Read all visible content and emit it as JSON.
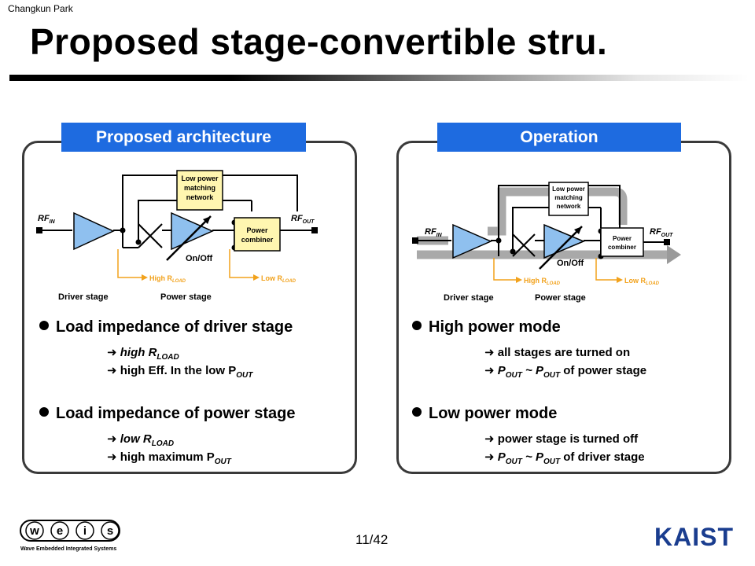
{
  "header": {
    "author": "Changkun Park",
    "title": "Proposed stage-convertible stru."
  },
  "left_panel": {
    "tab": "Proposed architecture",
    "diagram": {
      "rf_in": "RF",
      "rf_in_sub": "IN",
      "rf_out": "RF",
      "rf_out_sub": "OUT",
      "matching_l1": "Low power",
      "matching_l2": "matching",
      "matching_l3": "network",
      "combiner_l1": "Power",
      "combiner_l2": "combiner",
      "onoff": "On/Off",
      "high_r": "High R",
      "high_r_sub": "LOAD",
      "low_r": "Low R",
      "low_r_sub": "LOAD",
      "driver_stage": "Driver stage",
      "power_stage": "Power stage"
    },
    "bullets": [
      {
        "head": "Load impedance of driver stage",
        "sub1_pre": "high R",
        "sub1_sub": "LOAD",
        "sub2_pre": "high Eff. In the low P",
        "sub2_sub": "OUT"
      },
      {
        "head": "Load impedance of power stage",
        "sub1_pre": "low R",
        "sub1_sub": "LOAD",
        "sub2_pre": "high maximum P",
        "sub2_sub": "OUT"
      }
    ]
  },
  "right_panel": {
    "tab": "Operation",
    "bullets": [
      {
        "head": "High power mode",
        "sub1": "all stages are turned on",
        "sub2_a": "P",
        "sub2_a_sub": "OUT",
        "sub2_mid": " ~ P",
        "sub2_b_sub": "OUT",
        "sub2_end": " of power stage"
      },
      {
        "head": "Low power mode",
        "sub1": "power stage is turned off",
        "sub2_a": "P",
        "sub2_a_sub": "OUT",
        "sub2_mid": " ~ P",
        "sub2_b_sub": "OUT",
        "sub2_end": " of driver stage"
      }
    ]
  },
  "footer": {
    "page": "11/42",
    "weis_letters": [
      "w",
      "e",
      "i",
      "s"
    ],
    "weis_caption": "Wave Embedded Integrated Systems",
    "kaist": "KAIST"
  },
  "colors": {
    "tab_blue": "#1e6be0",
    "amp_blue": "#8fc0ef",
    "box_yellow": "#fff6b0",
    "load_orange": "#f2a21c",
    "panel_border": "#3a3a3a"
  }
}
